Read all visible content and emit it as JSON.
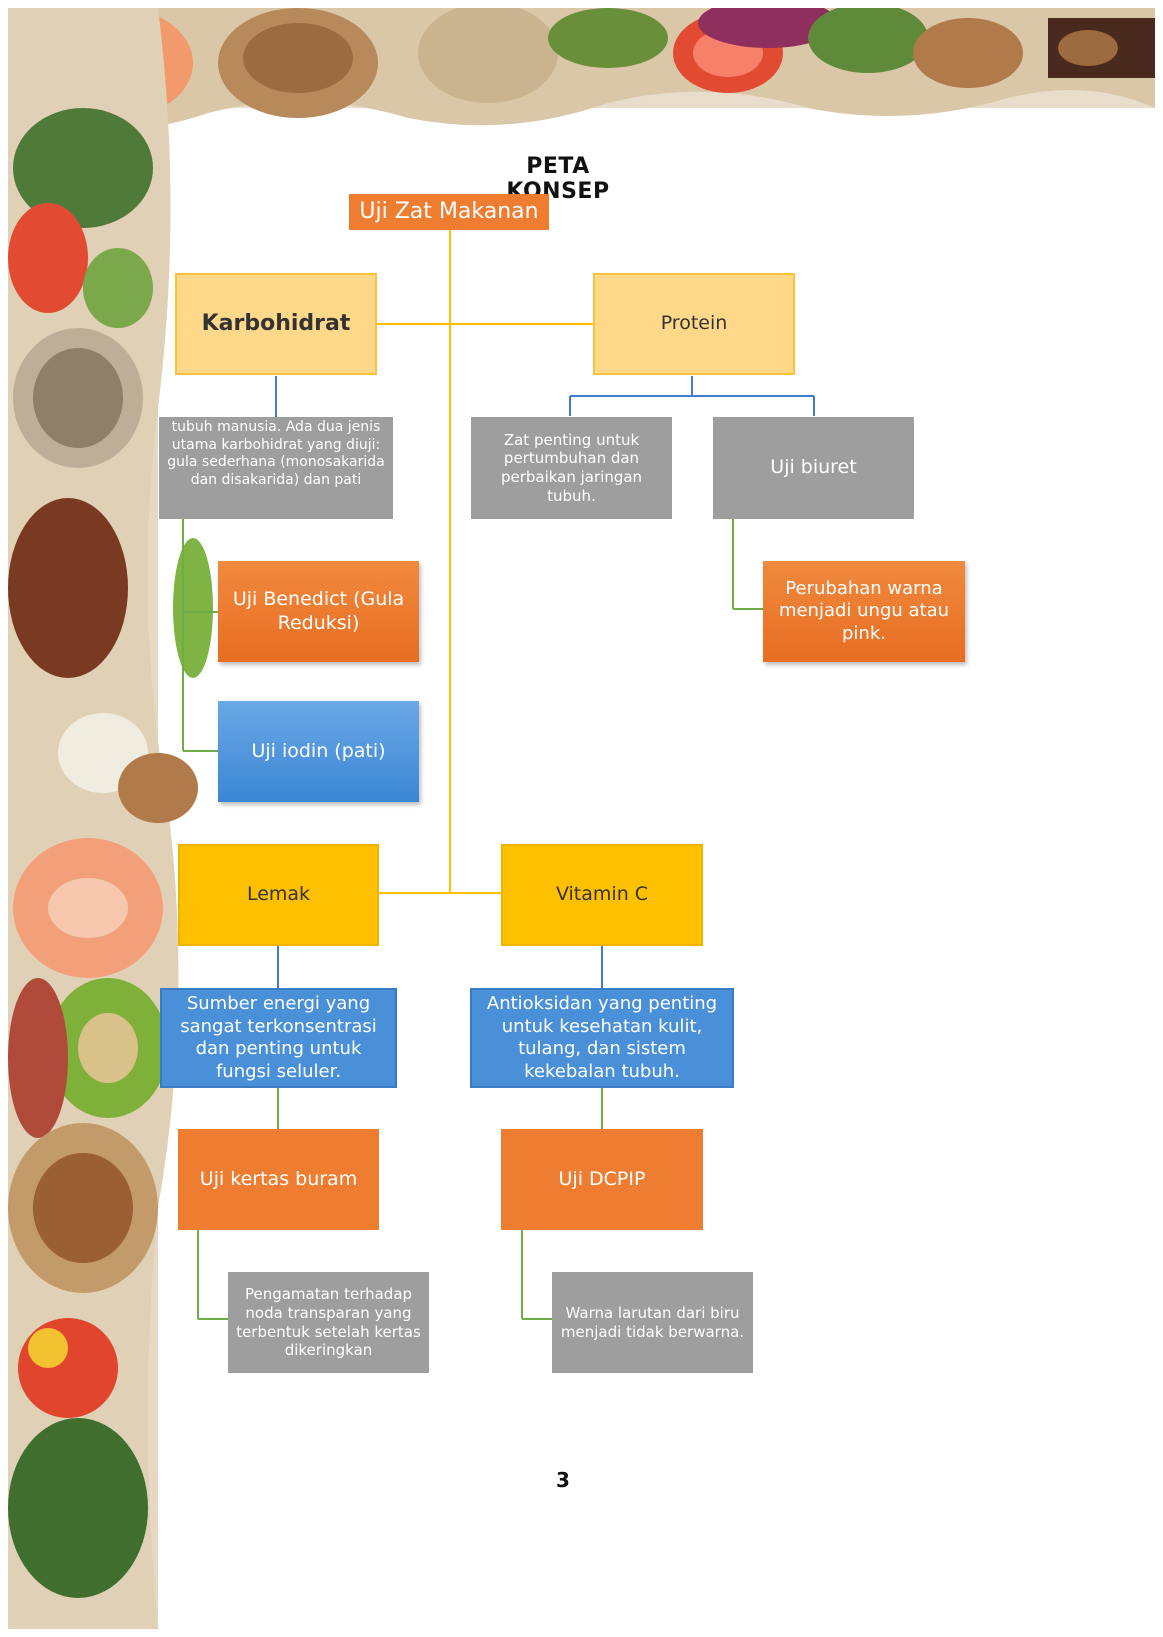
{
  "page": {
    "title": "PETA KONSEP",
    "page_number": "3"
  },
  "concept_map": {
    "root": "Uji Zat Makanan",
    "karbohidrat": {
      "label": "Karbohidrat",
      "description": "tubuh manusia. Ada dua jenis utama karbohidrat yang diuji: gula sederhana (monosakarida dan disakarida) dan pati",
      "test_benedict": "Uji Benedict (Gula Reduksi)",
      "test_iodin": "Uji iodin (pati)"
    },
    "protein": {
      "label": "Protein",
      "description": "Zat penting untuk pertumbuhan dan perbaikan jaringan tubuh.",
      "test": "Uji biuret",
      "result": "Perubahan warna menjadi ungu atau pink."
    },
    "lemak": {
      "label": "Lemak",
      "description": "Sumber energi yang sangat terkonsentrasi dan penting untuk fungsi seluler.",
      "test": "Uji kertas buram",
      "result": "Pengamatan terhadap noda transparan yang terbentuk setelah kertas dikeringkan"
    },
    "vitamin_c": {
      "label": "Vitamin C",
      "description": "Antioksidan yang penting untuk kesehatan kulit, tulang, dan sistem kekebalan tubuh.",
      "test": "Uji DCPIP",
      "result": "Warna larutan dari biru menjadi tidak berwarna."
    }
  },
  "colors": {
    "connector_main": "#ffc000",
    "connector_blue": "#3f7fd0",
    "connector_green": "#70ad47",
    "orange": "#ef7d31",
    "blue": "#4a90d9",
    "gray": "#9e9e9e",
    "yellow": "#ffc000"
  }
}
